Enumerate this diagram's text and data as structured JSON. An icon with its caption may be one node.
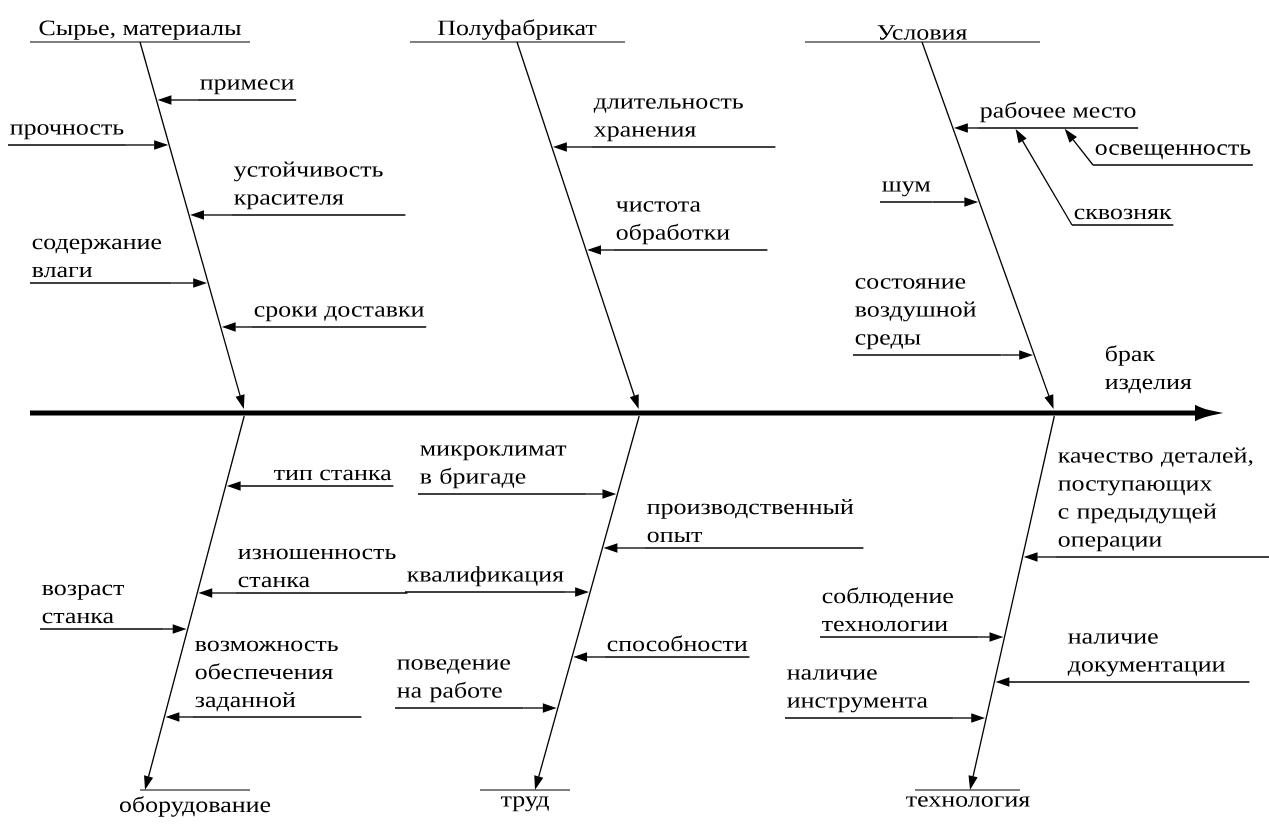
{
  "diagram": {
    "nodes": [
      {
        "text": [
          "Сырье, материалы"
        ]
      },
      {
        "text": [
          "Полуфабрикат"
        ]
      },
      {
        "text": [
          "Условия"
        ]
      },
      {
        "text": [
          "примеси"
        ]
      },
      {
        "text": [
          "прочность"
        ]
      },
      {
        "text": [
          "устойчивость красителя"
        ]
      },
      {
        "text": [
          "содержание влаги"
        ]
      },
      {
        "text": [
          "сроки доставки"
        ]
      },
      {
        "text": [
          "длительность хранения"
        ]
      },
      {
        "text": [
          "чистота обработки"
        ]
      },
      {
        "text": [
          "рабочее место"
        ]
      },
      {
        "text": [
          "освещенность"
        ]
      },
      {
        "text": [
          "шум"
        ]
      },
      {
        "text": [
          "сквозняк"
        ]
      },
      {
        "text": [
          "состояние воздушной среды"
        ]
      },
      {
        "text": [
          "тип станка"
        ]
      },
      {
        "text": [
          "изношенность станка"
        ]
      },
      {
        "text": [
          "возраст станка"
        ]
      },
      {
        "text": [
          "возможность обеспечения заданной"
        ]
      },
      {
        "text": [
          "микроклимат в бригаде"
        ]
      },
      {
        "text": [
          "производственный опыт"
        ]
      },
      {
        "text": [
          "квалификация"
        ]
      },
      {
        "text": [
          "способности"
        ]
      },
      {
        "text": [
          "поведение на работе"
        ]
      },
      {
        "text": [
          "качество деталей, поступающих с предыдущей операции"
        ]
      },
      {
        "text": [
          "соблюдение технологии"
        ]
      },
      {
        "text": [
          "наличие документации"
        ]
      },
      {
        "text": [
          "наличие инструмента"
        ]
      },
      {
        "text": [
          "оборудование"
        ]
      },
      {
        "text": [
          "труд"
        ]
      },
      {
        "text": [
          "технология"
        ]
      }
    ],
    "edges": [
      {
        "from": 0,
        "to": null,
        "arrow": "to"
      },
      {
        "from": 1,
        "to": null,
        "arrow": "to"
      },
      {
        "from": 2,
        "to": null,
        "arrow": "to"
      },
      {
        "from": 3,
        "to": null,
        "arrow": "to"
      },
      {
        "from": 4,
        "to": null,
        "arrow": "to"
      },
      {
        "from": 5,
        "to": null,
        "arrow": "to"
      },
      {
        "from": 6,
        "to": null,
        "arrow": "to"
      },
      {
        "from": 7,
        "to": null,
        "arrow": "to"
      },
      {
        "from": 8,
        "to": null,
        "arrow": "to"
      },
      {
        "from": 9,
        "to": null,
        "arrow": "to"
      },
      {
        "from": 10,
        "to": null,
        "arrow": "to"
      },
      {
        "from": 11,
        "to": 10,
        "arrow": "to"
      },
      {
        "from": 12,
        "to": null,
        "arrow": "to"
      },
      {
        "from": 13,
        "to": 10,
        "arrow": "to"
      },
      {
        "from": 14,
        "to": null,
        "arrow": "to"
      },
      {
        "from": 15,
        "to": null,
        "arrow": "to"
      },
      {
        "from": 16,
        "to": null,
        "arrow": "to"
      },
      {
        "from": 17,
        "to": null,
        "arrow": "to"
      },
      {
        "from": 18,
        "to": null,
        "arrow": "to"
      },
      {
        "from": 19,
        "to": null,
        "arrow": "to"
      },
      {
        "from": 20,
        "to": null,
        "arrow": "to"
      },
      {
        "from": 21,
        "to": null,
        "arrow": "to"
      },
      {
        "from": 22,
        "to": null,
        "arrow": "to"
      },
      {
        "from": 23,
        "to": null,
        "arrow": "to"
      },
      {
        "from": 24,
        "to": null,
        "arrow": "to"
      },
      {
        "from": 25,
        "to": null,
        "arrow": "to"
      },
      {
        "from": 26,
        "to": null,
        "arrow": "to"
      },
      {
        "from": 27,
        "to": null,
        "arrow": "to"
      },
      {
        "from": null,
        "to": 28,
        "arrow": "to"
      },
      {
        "from": null,
        "to": 29,
        "arrow": "to"
      },
      {
        "from": null,
        "to": 30,
        "arrow": "to"
      }
    ],
    "labels": [
      "брак изделия"
    ]
  }
}
